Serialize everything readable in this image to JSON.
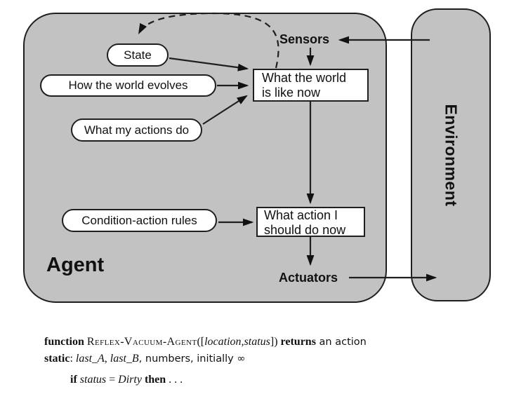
{
  "diagram": {
    "agent_label": "Agent",
    "environment_label": "Environment",
    "sensors_label": "Sensors",
    "actuators_label": "Actuators",
    "ovals": {
      "state": "State",
      "how_world_evolves": "How the world evolves",
      "what_actions_do": "What my actions do",
      "condition_action_rules": "Condition-action rules"
    },
    "boxes": {
      "world_line1": "What the world",
      "world_line2": "is like now",
      "action_line1": "What action I",
      "action_line2": "should do now"
    }
  },
  "pseudocode": {
    "fn_keyword": "function ",
    "fn_name": "Reflex-Vacuum-Agent",
    "args_open": "([",
    "args": "location,status",
    "args_close": "]) ",
    "kw_returns": "returns",
    "returns_tail": " an action",
    "static_keyword": "static",
    "static_colon": ": ",
    "static_var1": "last_A",
    "static_comma": ", ",
    "static_var2": "last_B",
    "static_tail": ", numbers, initially ∞",
    "kw_if": "if ",
    "if_var": "status",
    "if_eq": " = ",
    "if_val": "Dirty",
    "kw_then": " then",
    "dots": " . . ."
  },
  "colors": {
    "panel_gray": "#c2c2c2",
    "line_black": "#1f1f1f",
    "text_black": "#111111",
    "node_white": "#ffffff"
  }
}
